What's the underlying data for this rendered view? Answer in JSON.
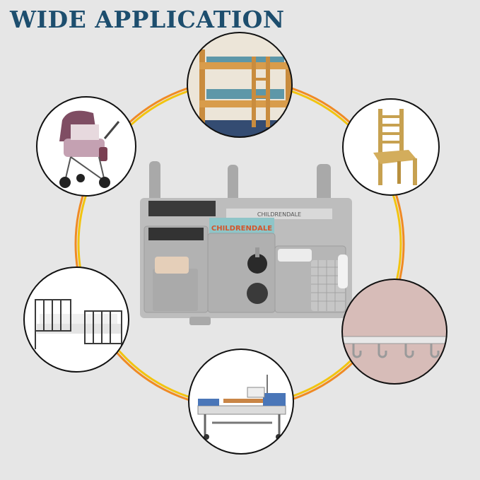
{
  "header": {
    "title": "WIDE APPLICATION"
  },
  "product": {
    "name": "bedside caddy organizer",
    "book_spine_text": "CHILDRENDALE",
    "book_label": "CHILDRENDALE"
  },
  "scenes": [
    {
      "name": "bunk-bed",
      "label": "bunk bed"
    },
    {
      "name": "chair",
      "label": "chair"
    },
    {
      "name": "wall-hook",
      "label": "wall hook rack"
    },
    {
      "name": "hospital-bed",
      "label": "hospital bed"
    },
    {
      "name": "metal-bed",
      "label": "metal bed"
    },
    {
      "name": "baby-stroller",
      "label": "baby stroller"
    }
  ],
  "colors": {
    "background": "#e6e6e6",
    "title": "#1d4e6e",
    "ring_orange": "#f08a24",
    "ring_yellow": "#f2c40f",
    "caddy": "#b9b9b9"
  }
}
